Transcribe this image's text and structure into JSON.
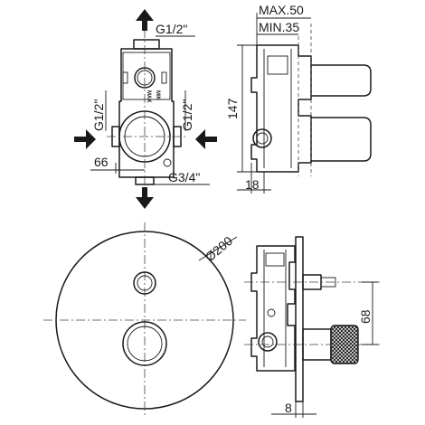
{
  "labels": {
    "top_outlet_thread": "G1/2\"",
    "left_inlet_thread": "G1/2\"",
    "right_inlet_thread": "G1/2\"",
    "bottom_outlet_thread": "G3/4\"",
    "dim_66": "66",
    "max_depth": "MAX.50",
    "min_depth": "MIN.35",
    "dim_147": "147",
    "dim_18": "18",
    "plate_diameter": "Ø200",
    "dim_68": "68",
    "dim_8": "8",
    "body_mark_1": "MAX",
    "body_mark_2": "MIN"
  },
  "icons": [
    "arrow-up-icon",
    "arrow-right-icon",
    "arrow-left-icon",
    "arrow-down-icon"
  ],
  "colors": {
    "line": "#1a1a1a",
    "background": "#ffffff"
  }
}
